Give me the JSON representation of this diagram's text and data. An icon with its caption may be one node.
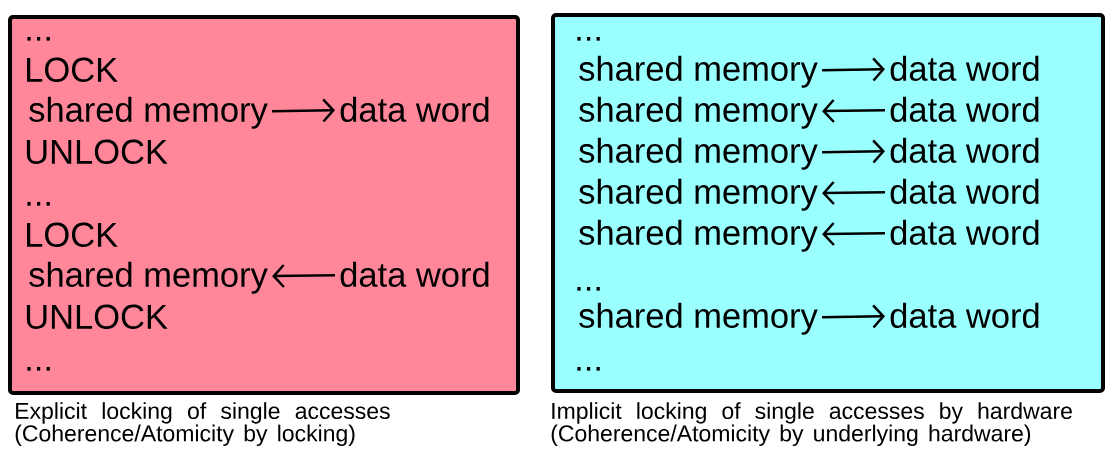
{
  "diagram": {
    "nodes": [
      {
        "text": [
          "...",
          "LOCK",
          "UNLOCK",
          "...",
          "LOCK",
          "UNLOCK",
          "..."
        ],
        "beside": [
          "Explicit locking of single accesses (Coherence/Atomicity by locking)"
        ]
      },
      {
        "text": [
          "shared memory"
        ],
        "in": 0
      },
      {
        "text": [
          "data word"
        ],
        "in": 0
      },
      {
        "text": [
          "shared memory"
        ],
        "in": 0
      },
      {
        "text": [
          "data word"
        ],
        "in": 0
      },
      {
        "text": [
          "...",
          "...",
          "..."
        ],
        "beside": [
          "Implicit locking of single accesses by hardware (Coherence/Atomicity by underlying hardware)"
        ]
      },
      {
        "text": [
          "shared memory"
        ],
        "in": 5
      },
      {
        "text": [
          "data word"
        ],
        "in": 5
      },
      {
        "text": [
          "shared memory"
        ],
        "in": 5
      },
      {
        "text": [
          "data word"
        ],
        "in": 5
      },
      {
        "text": [
          "shared memory"
        ],
        "in": 5
      },
      {
        "text": [
          "data word"
        ],
        "in": 5
      },
      {
        "text": [
          "shared memory"
        ],
        "in": 5
      },
      {
        "text": [
          "data word"
        ],
        "in": 5
      },
      {
        "text": [
          "shared memory"
        ],
        "in": 5
      },
      {
        "text": [
          "data word"
        ],
        "in": 5
      },
      {
        "text": [
          "shared memory"
        ],
        "in": 5
      },
      {
        "text": [
          "data word"
        ],
        "in": 5
      }
    ],
    "edges": [
      {
        "from": 1,
        "to": 2,
        "arrow": "to"
      },
      {
        "from": 4,
        "to": 3,
        "arrow": "to"
      },
      {
        "from": 6,
        "to": 7,
        "arrow": "to"
      },
      {
        "from": 9,
        "to": 8,
        "arrow": "to"
      },
      {
        "from": 10,
        "to": 11,
        "arrow": "to"
      },
      {
        "from": 13,
        "to": 12,
        "arrow": "to"
      },
      {
        "from": 15,
        "to": 14,
        "arrow": "to"
      },
      {
        "from": 16,
        "to": 17,
        "arrow": "to"
      }
    ]
  }
}
